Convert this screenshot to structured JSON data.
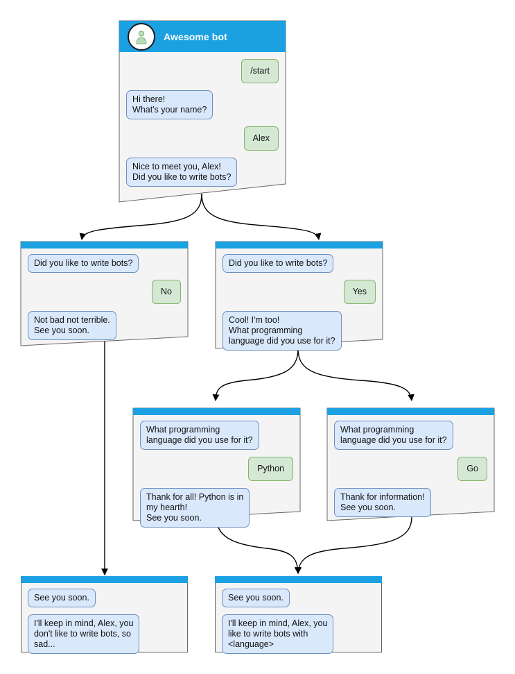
{
  "diagram": {
    "type": "bot-conversation-flowchart",
    "accent_header_color": "#1ba1e2",
    "node_fill_color": "#f4f4f4",
    "node_border_color": "#666666",
    "bot_bubble_fill": "#dae8fc",
    "bot_bubble_border": "#6c8ebf",
    "user_bubble_fill": "#d5e8d4",
    "user_bubble_border": "#82b366",
    "edge_color": "#000000"
  },
  "nodes": [
    {
      "id": "root",
      "name": "awesome-bot-start",
      "title": "Awesome bot",
      "has_titlebar": true,
      "avatar_icon": "user-avatar-icon",
      "messages": [
        {
          "from": "user",
          "text": "/start"
        },
        {
          "from": "bot",
          "text": "Hi there!\nWhat's your name?"
        },
        {
          "from": "user",
          "text": "Alex"
        },
        {
          "from": "bot",
          "text": "Nice to meet you, Alex!\nDid you like to write bots?"
        }
      ]
    },
    {
      "id": "no",
      "name": "answer-no",
      "title": "",
      "has_titlebar": false,
      "messages": [
        {
          "from": "bot",
          "text": "Did you like to write bots?"
        },
        {
          "from": "user",
          "text": "No"
        },
        {
          "from": "bot",
          "text": "Not bad not terrible.\nSee you soon."
        }
      ]
    },
    {
      "id": "yes",
      "name": "answer-yes",
      "title": "",
      "has_titlebar": false,
      "messages": [
        {
          "from": "bot",
          "text": "Did you like to write bots?"
        },
        {
          "from": "user",
          "text": "Yes"
        },
        {
          "from": "bot",
          "text": "Cool! I'm too!\nWhat programming\nlanguage did you use for it?"
        }
      ]
    },
    {
      "id": "python",
      "name": "answer-python",
      "title": "",
      "has_titlebar": false,
      "messages": [
        {
          "from": "bot",
          "text": "What programming\nlanguage did you use for it?"
        },
        {
          "from": "user",
          "text": "Python"
        },
        {
          "from": "bot",
          "text": "Thank for all! Python is in\nmy hearth!\nSee you soon."
        }
      ]
    },
    {
      "id": "go",
      "name": "answer-go",
      "title": "",
      "has_titlebar": false,
      "messages": [
        {
          "from": "bot",
          "text": "What programming\nlanguage did you use for it?"
        },
        {
          "from": "user",
          "text": "Go"
        },
        {
          "from": "bot",
          "text": "Thank for information!\nSee you soon."
        }
      ]
    },
    {
      "id": "end-no",
      "name": "ending-no",
      "title": "",
      "has_titlebar": false,
      "messages": [
        {
          "from": "bot",
          "text": "See you soon."
        },
        {
          "from": "bot",
          "text": "I'll keep in mind, Alex, you\ndon't like to write bots, so\nsad..."
        }
      ]
    },
    {
      "id": "end-yes",
      "name": "ending-yes",
      "title": "",
      "has_titlebar": false,
      "messages": [
        {
          "from": "bot",
          "text": "See you soon."
        },
        {
          "from": "bot",
          "text": "I'll keep in mind, Alex, you\nlike to write bots with\n<language>"
        }
      ]
    }
  ]
}
